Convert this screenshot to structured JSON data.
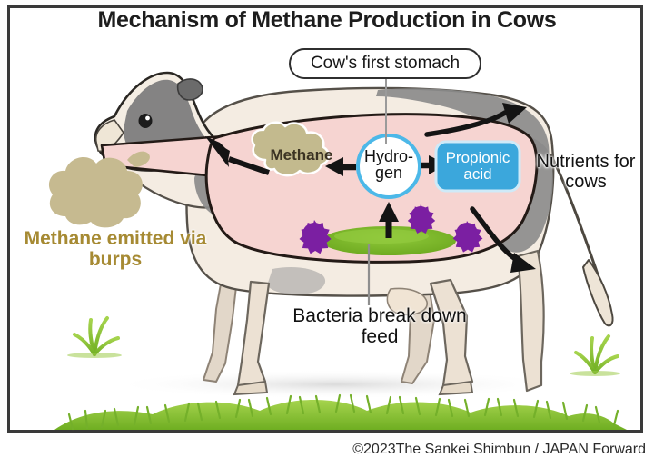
{
  "figure": {
    "title": "Mechanism of Methane Production in Cows",
    "credit": "©2023The Sankei Shimbun / JAPAN Forward"
  },
  "callout": {
    "stomach_label": "Cow's first stomach"
  },
  "labels": {
    "methane_cloud": "Methane",
    "hydrogen_line1": "Hydro-",
    "hydrogen_line2": "gen",
    "propionic_line1": "Propionic",
    "propionic_line2": "acid",
    "nutrients": "Nutrients for cows",
    "burps": "Methane emitted via burps",
    "bacteria": "Bacteria break down feed"
  },
  "icons": {
    "cow": "cow-illustration",
    "methane_cloud": "methane-cloud-icon",
    "burp_cloud": "burp-cloud-icon",
    "bacteria": "bacteria-icon",
    "feed": "feed-mass-icon",
    "grass_tuft": "grass-tuft-icon",
    "grass_strip": "grass-strip-icon",
    "arrow_to_methane": "arrow-left-icon",
    "arrow_to_propionic": "arrow-right-icon",
    "arrow_from_feed": "arrow-up-icon",
    "arrow_nutrients_top": "arrow-curve-up-right-icon",
    "arrow_nutrients_bottom": "arrow-curve-down-right-icon",
    "arrow_burp": "arrow-burp-left-icon"
  },
  "colors": {
    "frame": "#3a3a3a",
    "stomach_fill": "#f6d4d1",
    "stomach_outline": "#231a16",
    "methane_cloud": "#c3ba8e",
    "burp_cloud": "#c6ba90",
    "burp_text": "#a68a33",
    "hydrogen_ring": "#4cb8e8",
    "hydrogen_fill": "#ffffff",
    "propionic_fill": "#3ba7dc",
    "propionic_text": "#ffffff",
    "bacteria": "#7b1fa2",
    "feed_green": "#7cb52c",
    "grass_green": "#8cc63f",
    "cow_body": "#f2e8dc",
    "cow_patch_gray": "#8c8c8c",
    "cow_leg": "#ece1d3",
    "arrow": "#141414"
  }
}
